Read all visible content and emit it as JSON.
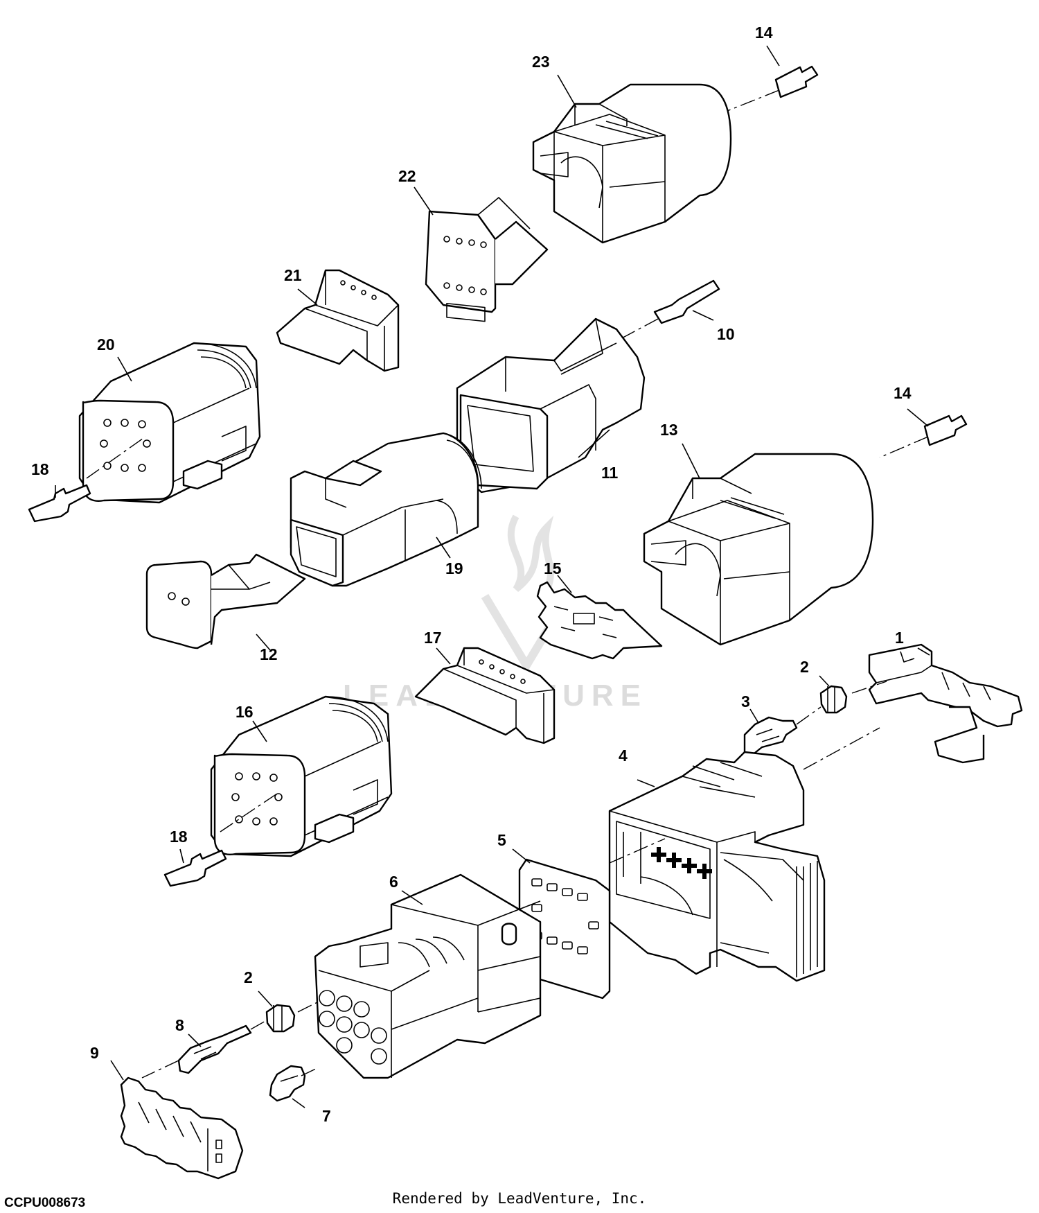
{
  "diagram": {
    "drawing_id": "CCPU008673",
    "render_credit": "Rendered by LeadVenture, Inc.",
    "watermark_text": "LEADVENTURE",
    "callouts": [
      "1",
      "2",
      "3",
      "4",
      "5",
      "6",
      "7",
      "8",
      "9",
      "10",
      "11",
      "12",
      "13",
      "14",
      "15",
      "16",
      "17",
      "18",
      "19",
      "20",
      "21",
      "22",
      "23"
    ],
    "colors": {
      "line": "#000000",
      "watermark": "#d9d9d9",
      "background": "#ffffff"
    }
  }
}
